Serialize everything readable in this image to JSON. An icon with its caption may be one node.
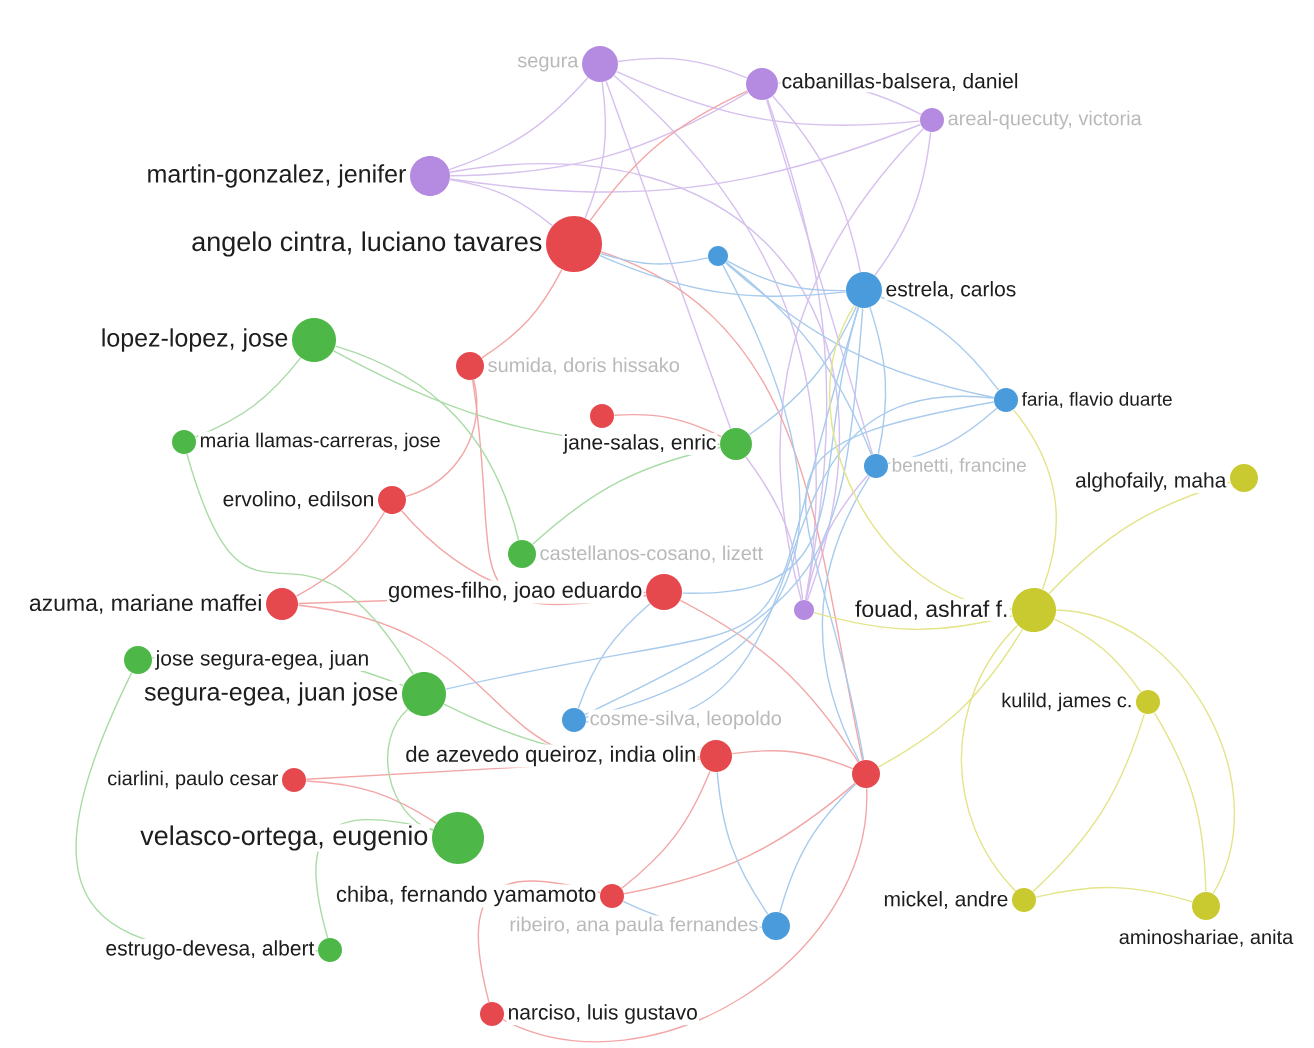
{
  "diagram": {
    "nodes": [
      {
        "text": [
          "segura"
        ]
      },
      {
        "text": [
          "cabanillas-balsera, daniel"
        ]
      },
      {
        "text": [
          "areal-quecuty, victoria"
        ]
      },
      {
        "text": [
          "martin-gonzalez, jenifer"
        ]
      },
      {
        "text": [
          "angelo cintra, luciano tavares"
        ]
      },
      {
        "text": [],
        "shape": "circle"
      },
      {
        "text": [
          "estrela, carlos"
        ]
      },
      {
        "text": [
          "lopez-lopez, jose"
        ]
      },
      {
        "text": [
          "sumida, doris hissako"
        ]
      },
      {
        "text": [],
        "shape": "circle"
      },
      {
        "text": [
          "faria, flavio duarte"
        ]
      },
      {
        "text": [
          "maria llamas-carreras, jose"
        ]
      },
      {
        "text": [
          "jane-salas, enric"
        ]
      },
      {
        "text": [
          "benetti, francine"
        ]
      },
      {
        "text": [
          "alghofaily, maha"
        ]
      },
      {
        "text": [
          "ervolino, edilson"
        ]
      },
      {
        "text": [
          "castellanos-cosano, lizett"
        ]
      },
      {
        "text": [
          "azuma, mariane maffei"
        ]
      },
      {
        "text": [
          "gomes-filho, joao eduardo"
        ]
      },
      {
        "text": [
          "fouad, ashraf f."
        ]
      },
      {
        "text": [],
        "shape": "circle"
      },
      {
        "text": [
          "jose segura-egea, juan"
        ]
      },
      {
        "text": [
          "segura-egea, juan jose"
        ]
      },
      {
        "text": [
          "cosme-silva, leopoldo"
        ]
      },
      {
        "text": [
          "kulild, james c."
        ]
      },
      {
        "text": [
          "de azevedo queiroz, india olin"
        ]
      },
      {
        "text": [],
        "shape": "circle"
      },
      {
        "text": [
          "ciarlini, paulo cesar"
        ]
      },
      {
        "text": [
          "velasco-ortega, eugenio"
        ]
      },
      {
        "text": [
          "chiba, fernando yamamoto"
        ]
      },
      {
        "text": [
          "mickel, andre"
        ]
      },
      {
        "text": [
          "aminoshariae, anita"
        ]
      },
      {
        "text": [
          "ribeiro, ana paula fernandes"
        ]
      },
      {
        "text": [
          "estrugo-devesa, albert"
        ]
      },
      {
        "text": [
          "narciso, luis gustavo"
        ]
      }
    ],
    "edges": [
      {
        "from": 0,
        "to": 1,
        "arrow": "none",
        "color": "#d6c0ee"
      },
      {
        "from": 0,
        "to": 2,
        "arrow": "none",
        "color": "#d6c0ee"
      },
      {
        "from": 1,
        "to": 2,
        "arrow": "none",
        "color": "#d6c0ee"
      },
      {
        "from": 0,
        "to": 3,
        "arrow": "none",
        "color": "#d6c0ee"
      },
      {
        "from": 1,
        "to": 3,
        "arrow": "none",
        "color": "#d6c0ee"
      },
      {
        "from": 2,
        "to": 3,
        "arrow": "none",
        "color": "#d6c0ee"
      },
      {
        "from": 3,
        "to": 4,
        "arrow": "none",
        "color": "#d6c0ee"
      },
      {
        "from": 0,
        "to": 4,
        "arrow": "none",
        "color": "#d6c0ee"
      },
      {
        "from": 2,
        "to": 6,
        "arrow": "none",
        "color": "#d6c0ee"
      },
      {
        "from": 1,
        "to": 6,
        "arrow": "none",
        "color": "#d6c0ee"
      },
      {
        "from": 0,
        "to": 20,
        "arrow": "none",
        "color": "#d6c0ee"
      },
      {
        "from": 1,
        "to": 20,
        "arrow": "none",
        "color": "#d6c0ee"
      },
      {
        "from": 2,
        "to": 20,
        "arrow": "none",
        "color": "#d6c0ee"
      },
      {
        "from": 3,
        "to": 20,
        "arrow": "none",
        "color": "#d6c0ee"
      },
      {
        "from": 1,
        "to": 13,
        "arrow": "none",
        "color": "#d6c0ee"
      },
      {
        "from": 0,
        "to": 12,
        "arrow": "none",
        "color": "#d6c0ee"
      },
      {
        "from": 20,
        "to": 12,
        "arrow": "none",
        "color": "#d6c0ee"
      },
      {
        "from": 20,
        "to": 13,
        "arrow": "none",
        "color": "#d6c0ee"
      },
      {
        "from": 4,
        "to": 1,
        "arrow": "none"
      },
      {
        "from": 4,
        "to": 8,
        "arrow": "none"
      },
      {
        "from": 4,
        "to": 26,
        "arrow": "none"
      },
      {
        "from": 8,
        "to": 15,
        "arrow": "none"
      },
      {
        "from": 8,
        "to": 18,
        "arrow": "none"
      },
      {
        "from": 9,
        "to": 12,
        "arrow": "none"
      },
      {
        "from": 15,
        "to": 17,
        "arrow": "none"
      },
      {
        "from": 15,
        "to": 18,
        "arrow": "none"
      },
      {
        "from": 17,
        "to": 18,
        "arrow": "none"
      },
      {
        "from": 17,
        "to": 25,
        "arrow": "none"
      },
      {
        "from": 18,
        "to": 26,
        "arrow": "none"
      },
      {
        "from": 25,
        "to": 26,
        "arrow": "none"
      },
      {
        "from": 25,
        "to": 29,
        "arrow": "none"
      },
      {
        "from": 26,
        "to": 29,
        "arrow": "none"
      },
      {
        "from": 27,
        "to": 28,
        "arrow": "none"
      },
      {
        "from": 27,
        "to": 25,
        "arrow": "none"
      },
      {
        "from": 29,
        "to": 34,
        "arrow": "none"
      },
      {
        "from": 26,
        "to": 34,
        "arrow": "none"
      },
      {
        "from": 7,
        "to": 11,
        "arrow": "none",
        "color": "#a9dba5"
      },
      {
        "from": 7,
        "to": 12,
        "arrow": "none",
        "color": "#a9dba5"
      },
      {
        "from": 7,
        "to": 16,
        "arrow": "none",
        "color": "#a9dba5"
      },
      {
        "from": 11,
        "to": 22,
        "arrow": "none",
        "color": "#a9dba5"
      },
      {
        "from": 21,
        "to": 22,
        "arrow": "none",
        "color": "#a9dba5"
      },
      {
        "from": 21,
        "to": 33,
        "arrow": "none",
        "color": "#a9dba5"
      },
      {
        "from": 22,
        "to": 28,
        "arrow": "none",
        "color": "#a9dba5"
      },
      {
        "from": 28,
        "to": 33,
        "arrow": "none",
        "color": "#a9dba5"
      },
      {
        "from": 16,
        "to": 12,
        "arrow": "none",
        "color": "#a9dba5"
      },
      {
        "from": 22,
        "to": 25,
        "arrow": "none",
        "color": "#a9dba5"
      },
      {
        "from": 6,
        "to": 5,
        "arrow": "none",
        "color": "#a8cbed"
      },
      {
        "from": 6,
        "to": 10,
        "arrow": "none",
        "color": "#a8cbed"
      },
      {
        "from": 6,
        "to": 13,
        "arrow": "none",
        "color": "#a8cbed"
      },
      {
        "from": 6,
        "to": 4,
        "arrow": "none",
        "color": "#a8cbed"
      },
      {
        "from": 6,
        "to": 12,
        "arrow": "none",
        "color": "#a8cbed"
      },
      {
        "from": 6,
        "to": 18,
        "arrow": "none",
        "color": "#a8cbed"
      },
      {
        "from": 6,
        "to": 22,
        "arrow": "none",
        "color": "#a8cbed"
      },
      {
        "from": 10,
        "to": 13,
        "arrow": "none",
        "color": "#a8cbed"
      },
      {
        "from": 10,
        "to": 5,
        "arrow": "none",
        "color": "#a8cbed"
      },
      {
        "from": 10,
        "to": 26,
        "arrow": "none",
        "color": "#a8cbed"
      },
      {
        "from": 32,
        "to": 26,
        "arrow": "none",
        "color": "#a8cbed"
      },
      {
        "from": 32,
        "to": 29,
        "arrow": "none",
        "color": "#a8cbed"
      },
      {
        "from": 23,
        "to": 18,
        "arrow": "none",
        "color": "#a8cbed"
      },
      {
        "from": 23,
        "to": 6,
        "arrow": "none",
        "color": "#a8cbed"
      },
      {
        "from": 5,
        "to": 4,
        "arrow": "none",
        "color": "#a8cbed"
      },
      {
        "from": 5,
        "to": 13,
        "arrow": "none",
        "color": "#a8cbed"
      },
      {
        "from": 13,
        "to": 26,
        "arrow": "none",
        "color": "#a8cbed"
      },
      {
        "from": 32,
        "to": 25,
        "arrow": "none",
        "color": "#a8cbed"
      },
      {
        "from": 23,
        "to": 10,
        "arrow": "none",
        "color": "#a8cbed"
      },
      {
        "from": 5,
        "to": 23,
        "arrow": "none",
        "color": "#a8cbed"
      },
      {
        "from": 19,
        "to": 14,
        "arrow": "none",
        "color": "#e4e48a"
      },
      {
        "from": 19,
        "to": 24,
        "arrow": "none",
        "color": "#e4e48a"
      },
      {
        "from": 19,
        "to": 30,
        "arrow": "none",
        "color": "#e4e48a"
      },
      {
        "from": 19,
        "to": 31,
        "arrow": "none",
        "color": "#e4e48a"
      },
      {
        "from": 24,
        "to": 30,
        "arrow": "none",
        "color": "#e4e48a"
      },
      {
        "from": 24,
        "to": 31,
        "arrow": "none",
        "color": "#e4e48a"
      },
      {
        "from": 30,
        "to": 31,
        "arrow": "none",
        "color": "#e4e48a"
      },
      {
        "from": 19,
        "to": 6,
        "arrow": "none",
        "color": "#e4e48a"
      },
      {
        "from": 19,
        "to": 20,
        "arrow": "none",
        "color": "#e4e48a"
      },
      {
        "from": 19,
        "to": 26,
        "arrow": "none",
        "color": "#e4e48a"
      },
      {
        "from": 19,
        "to": 10,
        "arrow": "none",
        "color": "#e4e48a"
      }
    ]
  }
}
